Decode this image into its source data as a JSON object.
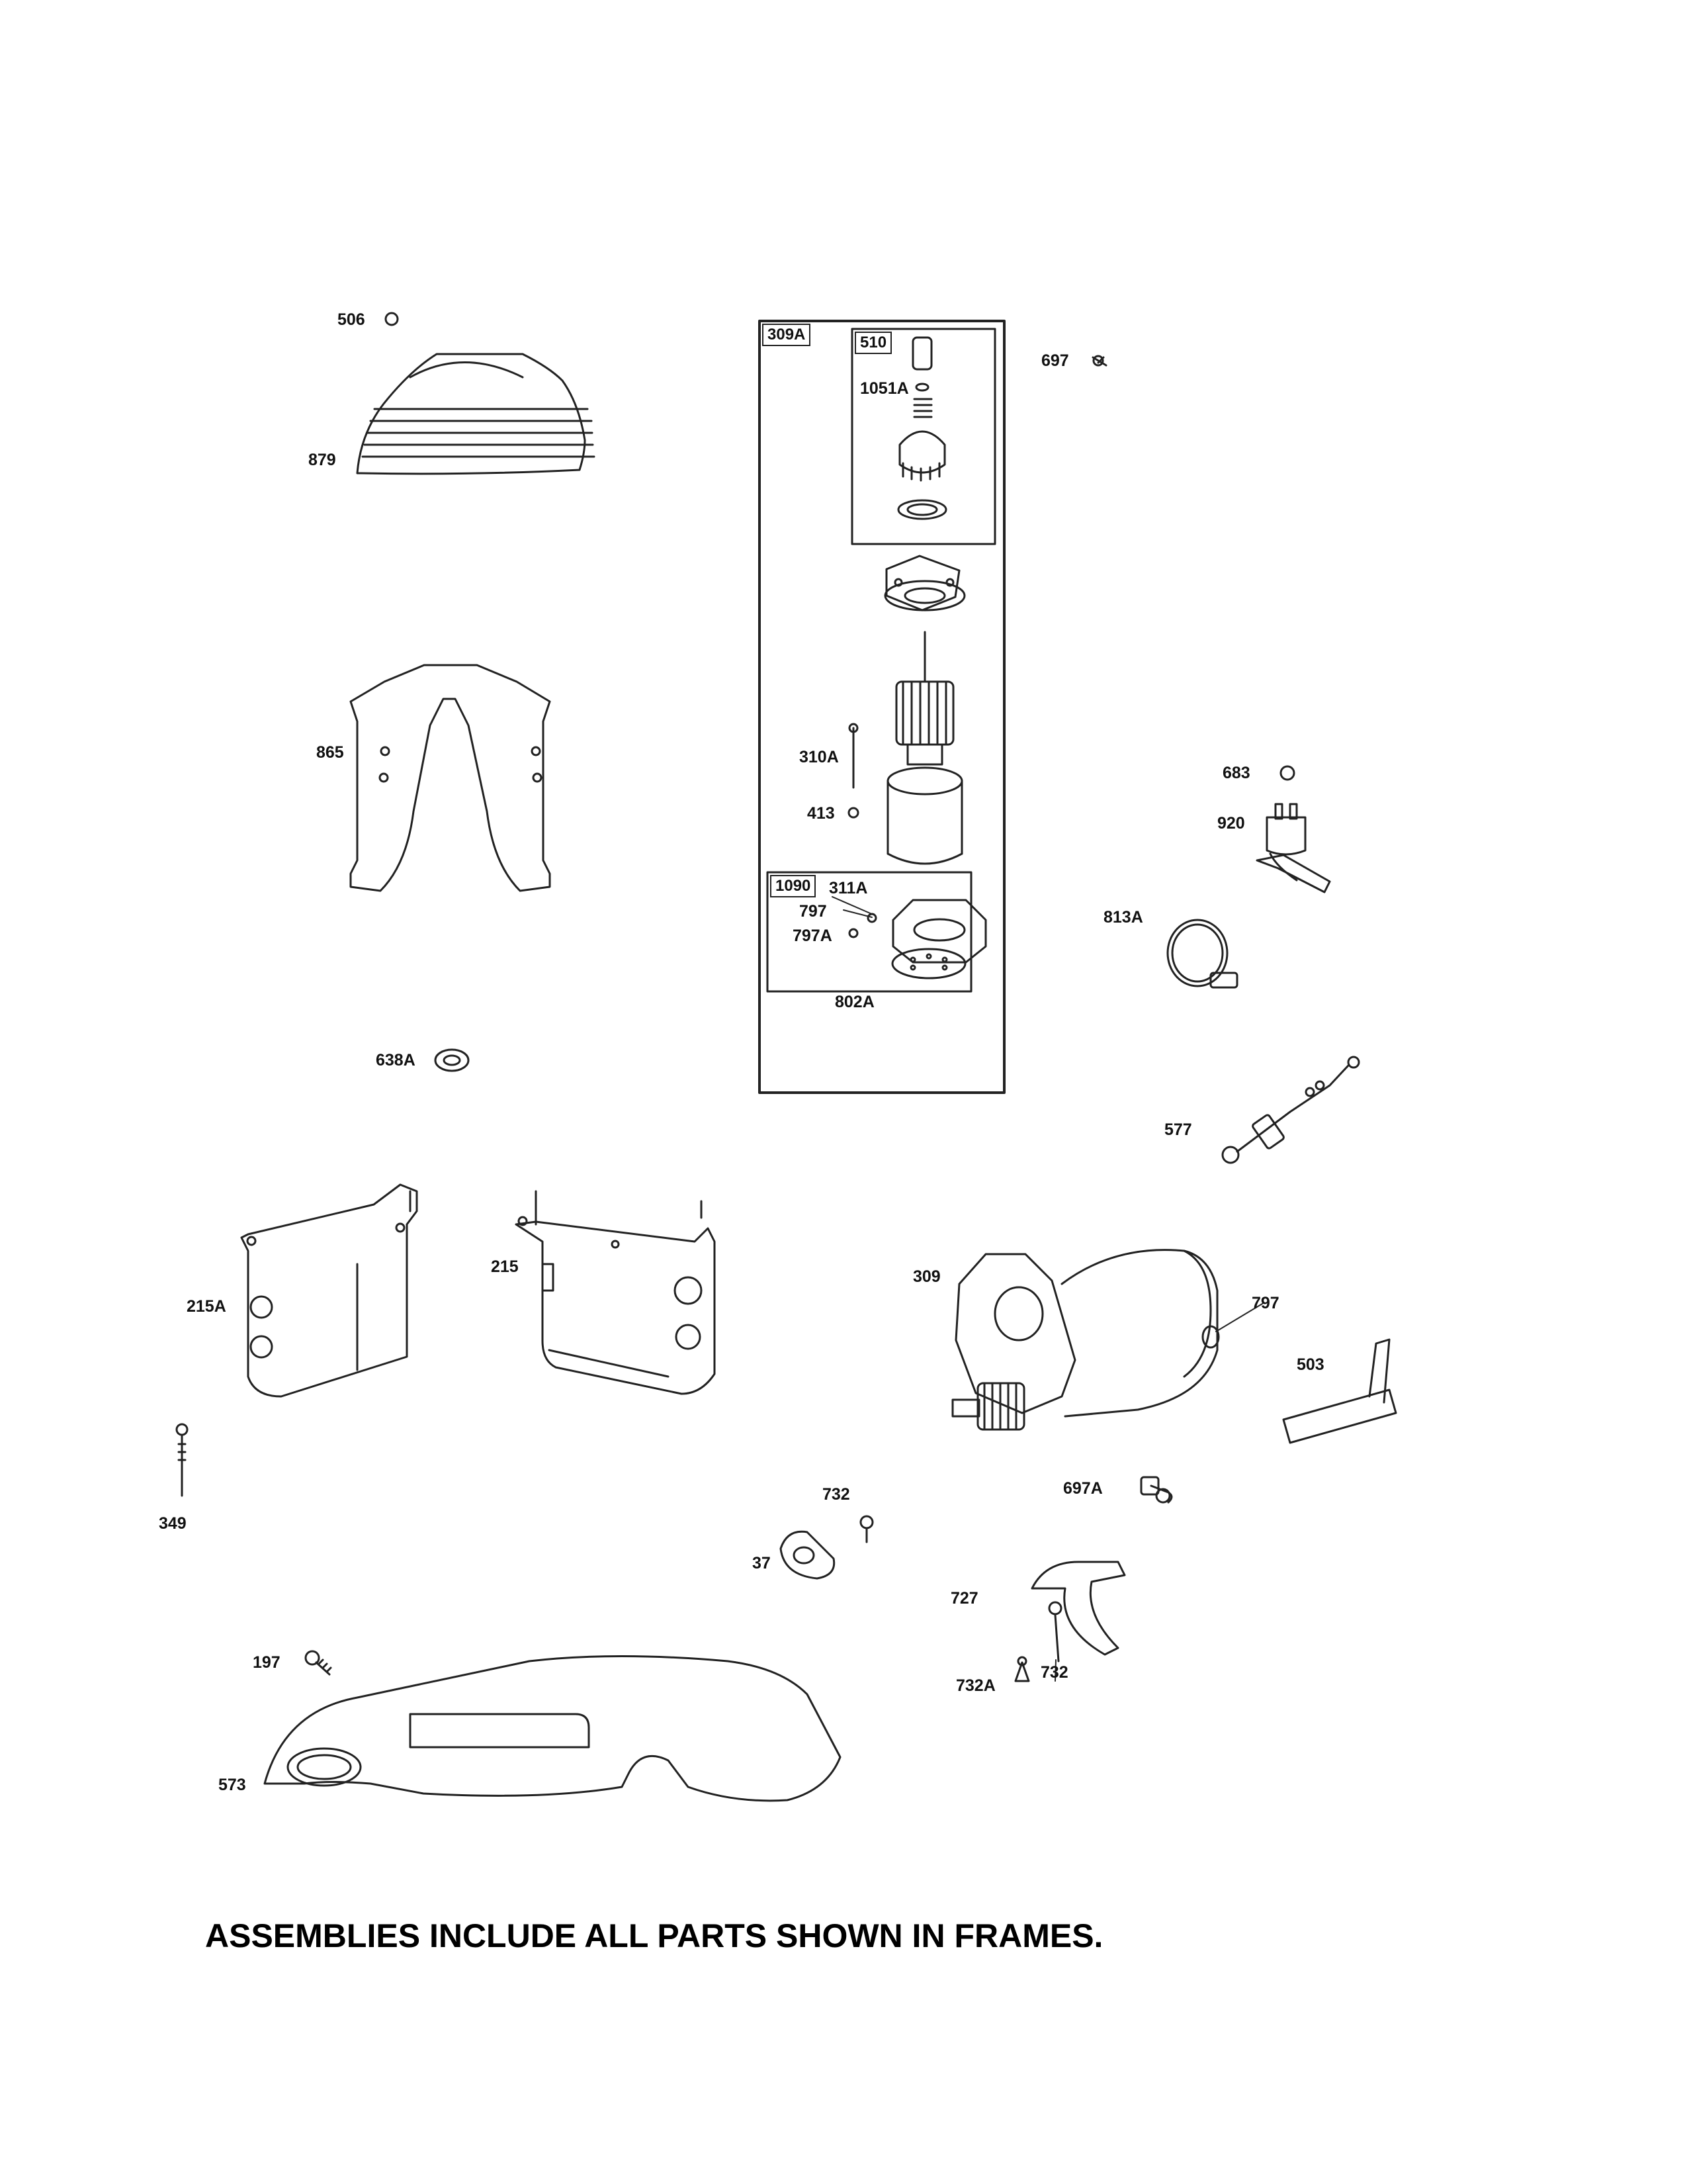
{
  "frames": {
    "f309A": "309A",
    "f510": "510",
    "f1090": "1090"
  },
  "labels": {
    "p506": "506",
    "p879": "879",
    "p865": "865",
    "p638A": "638A",
    "p697": "697",
    "p1051A": "1051A",
    "p310A": "310A",
    "p413": "413",
    "p311A": "311A",
    "p797_frame": "797",
    "p797A": "797A",
    "p802A": "802A",
    "p683": "683",
    "p920": "920",
    "p813A": "813A",
    "p577": "577",
    "p215A": "215A",
    "p215": "215",
    "p309": "309",
    "p797": "797",
    "p503": "503",
    "p349": "349",
    "p732a": "732",
    "p37": "37",
    "p697A": "697A",
    "p727": "727",
    "p732b": "732",
    "p732A": "732A",
    "p197": "197",
    "p573": "573"
  },
  "footnote": "ASSEMBLIES INCLUDE ALL PARTS SHOWN IN FRAMES."
}
